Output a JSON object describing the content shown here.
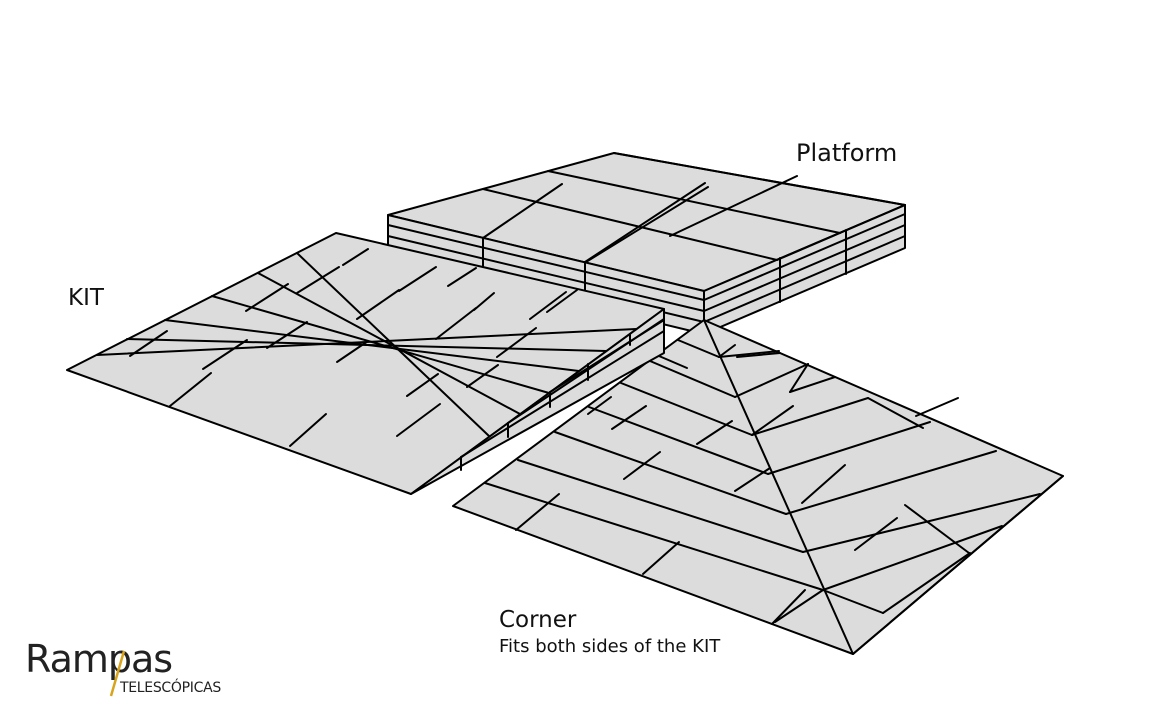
{
  "labels": {
    "platform": "Platform",
    "kit": "KIT",
    "corner": "Corner",
    "corner_note": "Fits both sides of the KIT"
  },
  "logo": {
    "main": "Rampas",
    "sub": "TELESCÓPICAS",
    "accent_color": "#d8a41c"
  },
  "colors": {
    "surface": "#dcdcdc",
    "line": "#000000",
    "text": "#111111"
  }
}
